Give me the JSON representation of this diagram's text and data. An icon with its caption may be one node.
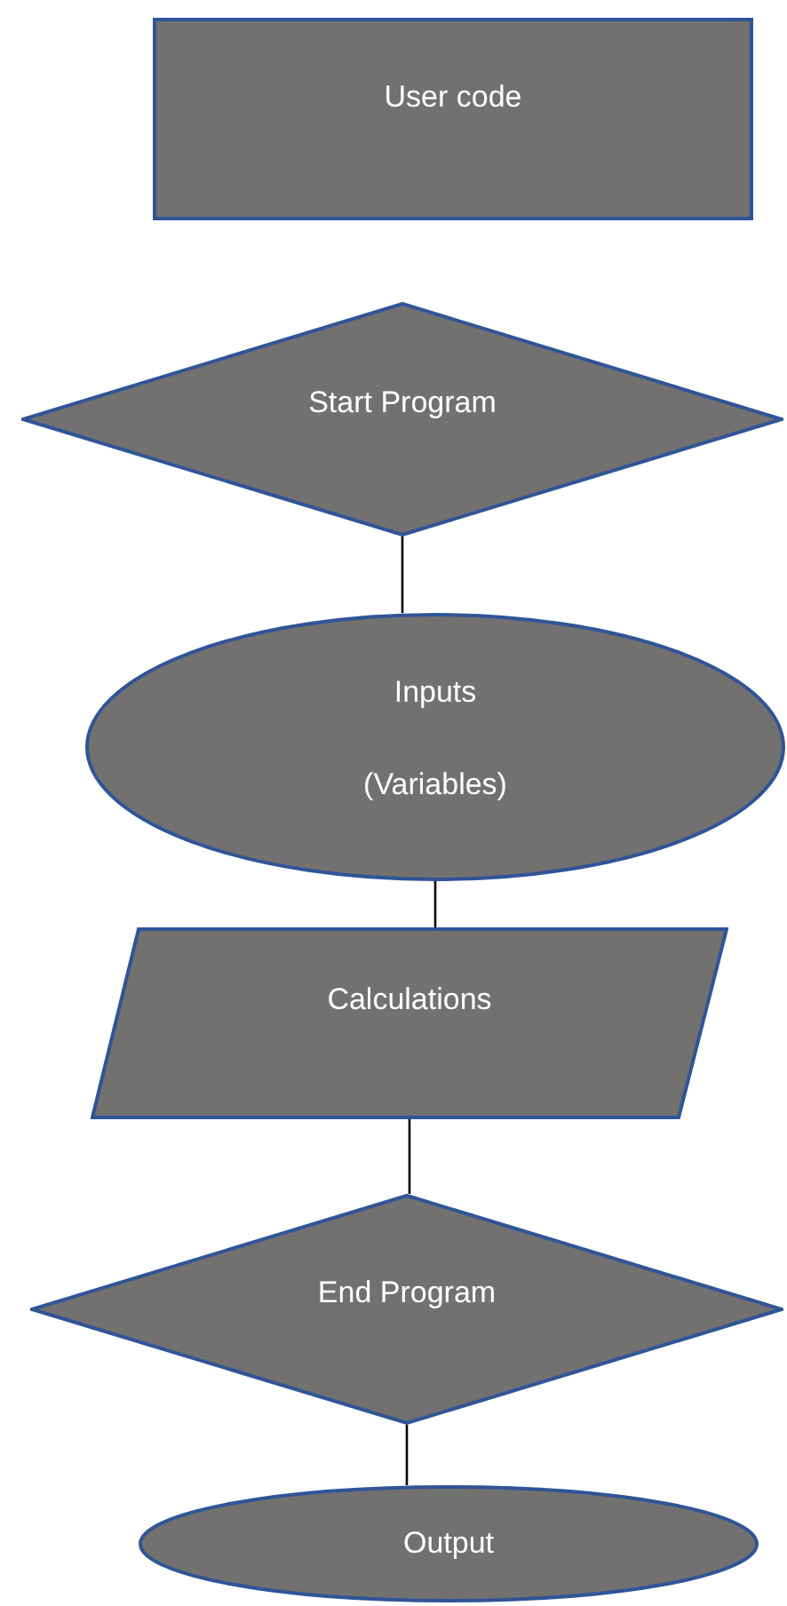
{
  "diagram": {
    "nodes": [
      {
        "text": [
          "User code"
        ]
      },
      {
        "text": [
          "Start Program"
        ]
      },
      {
        "text": [
          "Inputs",
          "(Variables)"
        ]
      },
      {
        "text": [
          "Calculations"
        ]
      },
      {
        "text": [
          "End Program"
        ]
      },
      {
        "text": [
          "Output"
        ]
      }
    ],
    "edges": [
      {
        "from": 1,
        "to": 2,
        "arrow": "none"
      },
      {
        "from": 2,
        "to": 3,
        "arrow": "none"
      },
      {
        "from": 3,
        "to": 4,
        "arrow": "none"
      },
      {
        "from": 4,
        "to": 5,
        "arrow": "none"
      }
    ]
  }
}
